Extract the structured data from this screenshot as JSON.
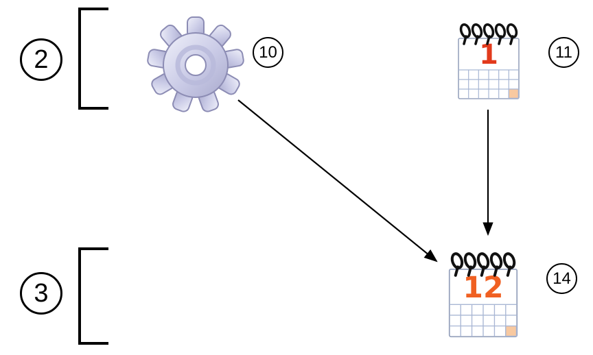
{
  "figure": {
    "background": "#ffffff",
    "row_labels": [
      {
        "label": "2"
      },
      {
        "label": "3"
      }
    ],
    "nodes": {
      "gear": {
        "badge": "10",
        "icon": "gear-icon"
      },
      "calendar_start": {
        "badge": "11",
        "icon": "calendar-icon",
        "day": "1"
      },
      "calendar_result": {
        "badge": "14",
        "icon": "calendar-icon",
        "day": "12"
      }
    },
    "edges": [
      {
        "from": "gear",
        "to": "calendar_result",
        "style": "arrow"
      },
      {
        "from": "calendar_start",
        "to": "calendar_result",
        "style": "arrow"
      }
    ],
    "colors": {
      "ink": "#000000",
      "gear_body": "#c9cae6",
      "gear_highlight": "#f0f1fa",
      "gear_shadow": "#a9aacd",
      "gear_edge": "#8c8cb4",
      "day_red": "#e23a1c",
      "day_orange": "#f06022",
      "calendar_border": "#97a3bd",
      "calendar_grid": "#a8b6d4",
      "corner_cell": "#f8c9a0"
    }
  }
}
